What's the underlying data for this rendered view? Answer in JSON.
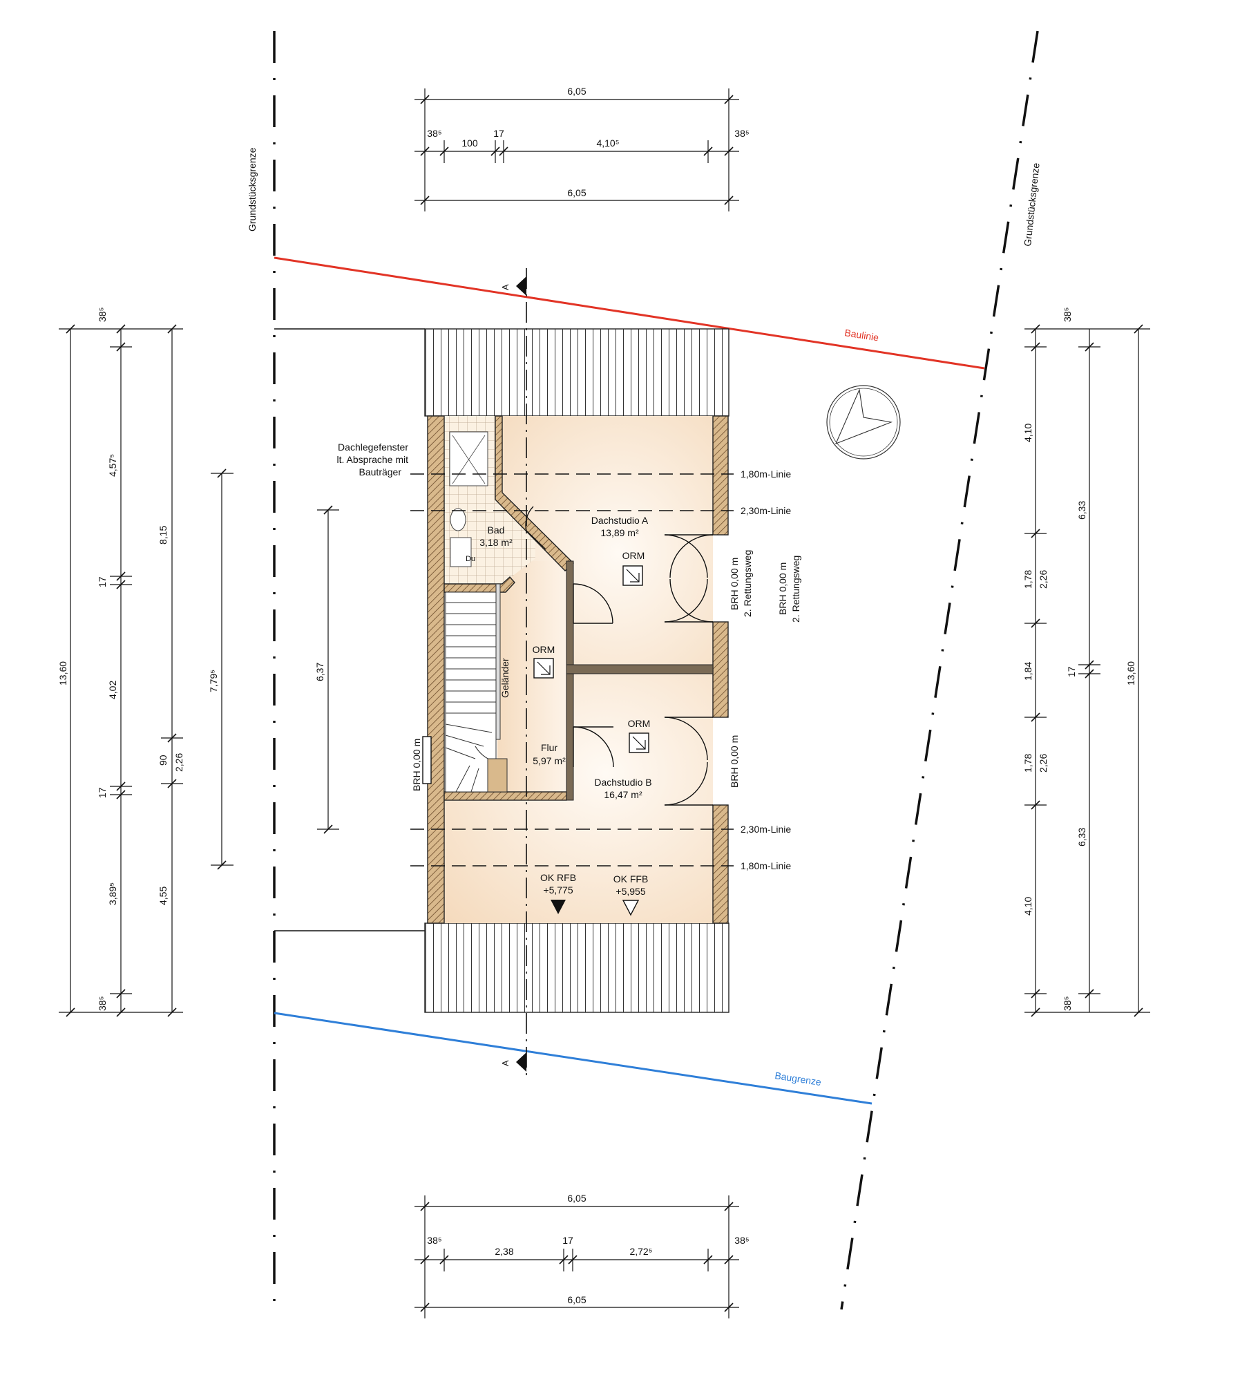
{
  "labels": {
    "grundstuecksgrenze": "Grundstücksgrenze",
    "baulinie": "Baulinie",
    "baugrenze": "Baugrenze",
    "section_marker": "A",
    "dachlegefenster": [
      "Dachlegefenster",
      "lt. Absprache mit",
      "Bauträger"
    ],
    "gelaender": "Geländer",
    "du": "Du",
    "brh_left": "BRH 0,00 m",
    "brh_door_a": "BRH 0,00 m",
    "rettungsweg_a": "2. Rettungsweg",
    "brh_outside": "BRH 0,00 m",
    "rettungsweg_outside": "2. Rettungsweg",
    "brh_door_b": "BRH 0,00 m",
    "linie_180": "1,80m-Linie",
    "linie_230": "2,30m-Linie",
    "orm": "ORM",
    "ok_rfb": "OK RFB",
    "ok_rfb_val": "+5,775",
    "ok_ffb": "OK FFB",
    "ok_ffb_val": "+5,955"
  },
  "rooms": {
    "bad": {
      "name": "Bad",
      "area": "3,18 m²"
    },
    "studio_a": {
      "name": "Dachstudio A",
      "area": "13,89 m²"
    },
    "studio_b": {
      "name": "Dachstudio B",
      "area": "16,47 m²"
    },
    "flur": {
      "name": "Flur",
      "area": "5,97 m²"
    }
  },
  "dimensions": {
    "top": {
      "overall": "6,05",
      "overall_2": "6,05",
      "seg": [
        "38⁵",
        "100",
        "17",
        "4,10⁵",
        "38⁵"
      ]
    },
    "bottom": {
      "overall": "6,05",
      "overall_2": "6,05",
      "seg": [
        "38⁵",
        "2,38",
        "17",
        "2,72⁵",
        "38⁵"
      ]
    },
    "left": {
      "overall": "13,60",
      "col2": [
        "38⁵",
        "4,57⁵",
        "17",
        "4,02",
        "17",
        "3,89⁵",
        "38⁵"
      ],
      "col3": [
        "8,15",
        "90",
        "2,26",
        "4,55"
      ],
      "stair_779": "7,79⁵",
      "stair_637": "6,37"
    },
    "right": {
      "overall": "13,60",
      "col1": [
        "38⁵",
        "4,10",
        "1,78",
        "2,26",
        "1,84",
        "1,78",
        "2,26",
        "4,10",
        "38⁵"
      ],
      "col2": [
        "6,33",
        "17",
        "6,33"
      ]
    }
  }
}
